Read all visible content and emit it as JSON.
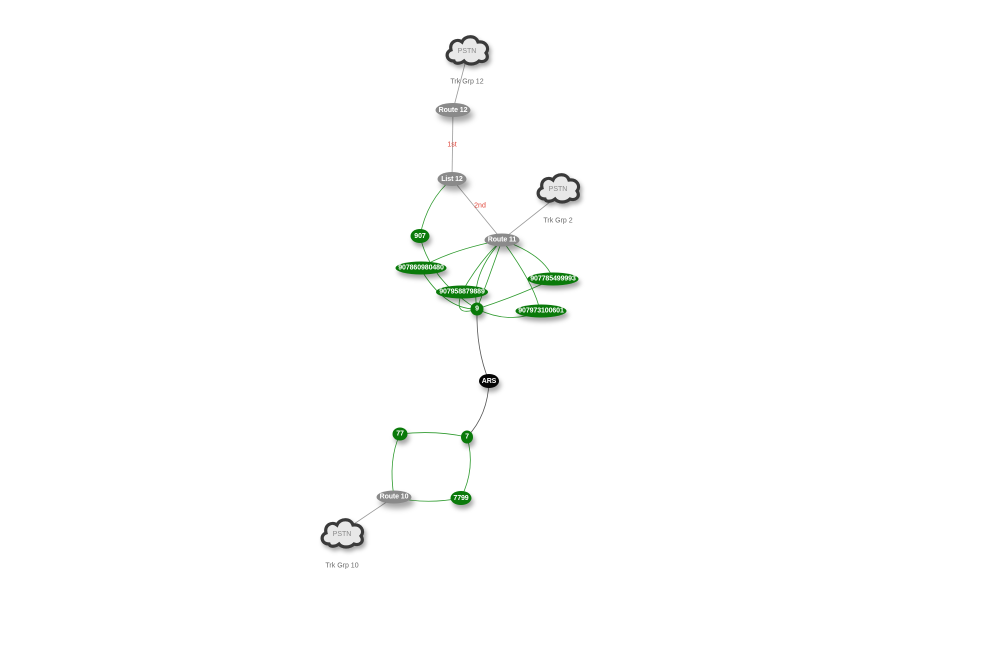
{
  "diagram": {
    "clouds": [
      {
        "id": "pstn-12",
        "text": "PSTN",
        "label": "Trk Grp 12"
      },
      {
        "id": "pstn-2",
        "text": "PSTN",
        "label": "Trk Grp 2"
      },
      {
        "id": "pstn-10",
        "text": "PSTN",
        "label": "Trk Grp 10"
      }
    ],
    "nodes": [
      {
        "id": "route-12",
        "label": "Route 12",
        "type": "route"
      },
      {
        "id": "list-12",
        "label": "List 12",
        "type": "list"
      },
      {
        "id": "route-11",
        "label": "Route 11",
        "type": "route"
      },
      {
        "id": "n907",
        "label": "907",
        "type": "pattern"
      },
      {
        "id": "n907860980480",
        "label": "907860980480",
        "type": "pattern"
      },
      {
        "id": "n907958879889",
        "label": "907958879889",
        "type": "pattern"
      },
      {
        "id": "n907785499993",
        "label": "907785499993",
        "type": "pattern"
      },
      {
        "id": "n907973100601",
        "label": "907973100601",
        "type": "pattern"
      },
      {
        "id": "n9",
        "label": "9",
        "type": "pattern"
      },
      {
        "id": "ars",
        "label": "ARS",
        "type": "ars"
      },
      {
        "id": "n77",
        "label": "77",
        "type": "pattern"
      },
      {
        "id": "n7",
        "label": "7",
        "type": "pattern"
      },
      {
        "id": "route-10",
        "label": "Route 10",
        "type": "route"
      },
      {
        "id": "n7799",
        "label": "7799",
        "type": "pattern"
      }
    ],
    "edge_labels": [
      {
        "id": "label-1st",
        "text": "1st"
      },
      {
        "id": "label-2nd",
        "text": "2nd"
      }
    ],
    "colors": {
      "route": "#8a8a8a",
      "pattern": "#0a7a0a",
      "ars": "#050505",
      "edge_gray": "#9a9a9a",
      "edge_green": "#2e9a2e",
      "edge_dark": "#555555",
      "edge_label": "#e0463a"
    }
  }
}
